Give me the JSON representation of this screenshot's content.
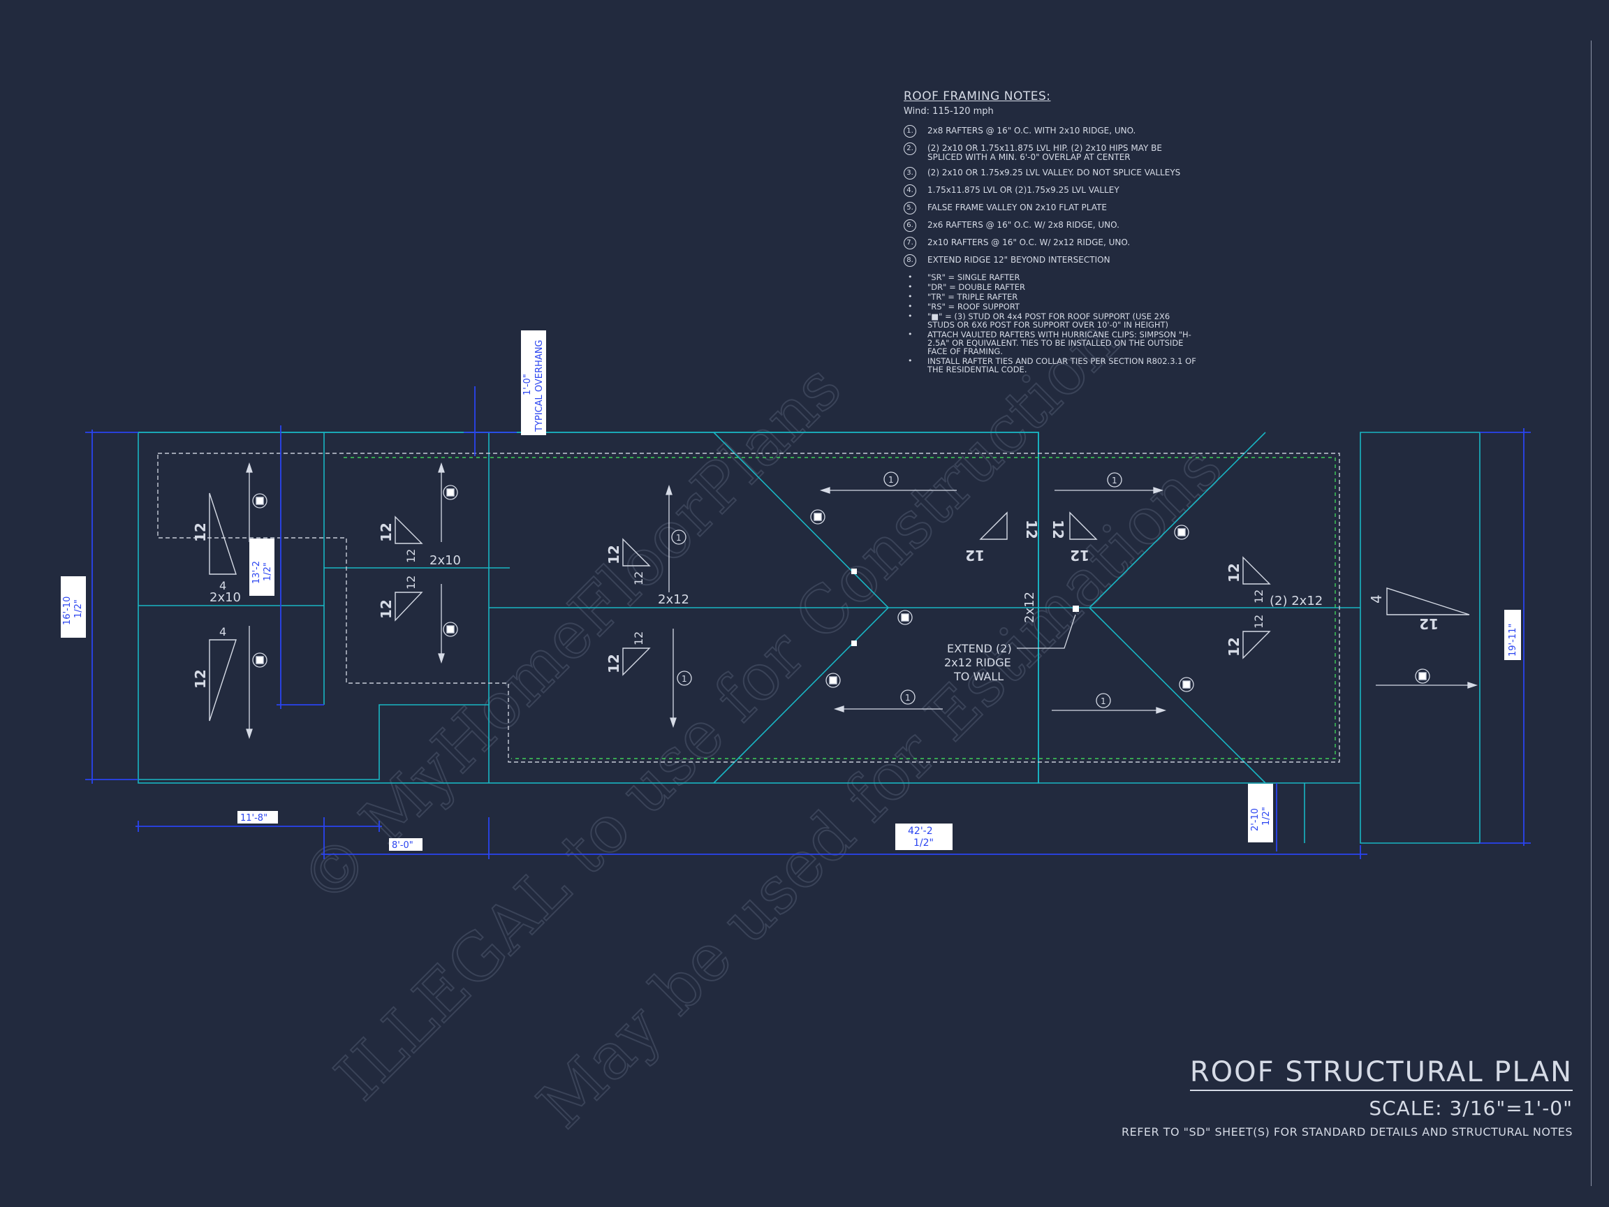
{
  "notes": {
    "title": "ROOF FRAMING NOTES:",
    "wind": "Wind: 115-120 mph",
    "items": [
      {
        "num": "1.",
        "text": "2x8 RAFTERS @ 16\" O.C. WITH 2x10 RIDGE, UNO."
      },
      {
        "num": "2.",
        "text": "(2) 2x10 OR 1.75x11.875 LVL HIP. (2) 2x10 HIPS MAY BE SPLICED WITH A MIN. 6'-0\" OVERLAP AT CENTER"
      },
      {
        "num": "3.",
        "text": "(2) 2x10 OR 1.75x9.25 LVL VALLEY. DO NOT SPLICE VALLEYS"
      },
      {
        "num": "4.",
        "text": "1.75x11.875 LVL OR (2)1.75x9.25 LVL VALLEY"
      },
      {
        "num": "5.",
        "text": "FALSE FRAME VALLEY ON 2x10 FLAT PLATE"
      },
      {
        "num": "6.",
        "text": "2x6 RAFTERS @ 16\" O.C. W/ 2x8 RIDGE, UNO."
      },
      {
        "num": "7.",
        "text": "2x10 RAFTERS @ 16\" O.C. W/ 2x12 RIDGE, UNO."
      },
      {
        "num": "8.",
        "text": "EXTEND RIDGE 12\" BEYOND INTERSECTION"
      }
    ],
    "bullets": [
      "\"SR\" = SINGLE RAFTER",
      "\"DR\" = DOUBLE RAFTER",
      "\"TR\" = TRIPLE RAFTER",
      "\"RS\" = ROOF SUPPORT",
      "\"■\" = (3) STUD OR 4x4 POST FOR ROOF SUPPORT (USE 2X6 STUDS OR 6X6 POST FOR SUPPORT OVER 10'-0\" IN HEIGHT)",
      "ATTACH VAULTED RAFTERS WITH HURRICANE CLIPS: SIMPSON \"H-2.5A\" OR EQUIVALENT. TIES TO BE INSTALLED ON THE OUTSIDE FACE OF FRAMING.",
      "INSTALL RAFTER TIES AND COLLAR TIES PER SECTION R802.3.1 OF THE RESIDENTIAL CODE."
    ]
  },
  "title": {
    "name": "ROOF STRUCTURAL PLAN",
    "scale": "SCALE: 3/16\"=1'-0\"",
    "refer": "REFER TO \"SD\" SHEET(S) FOR STANDARD DETAILS AND STRUCTURAL NOTES"
  },
  "dimensions": {
    "overhang": "1'-0\"",
    "overhang_note": "TYPICAL OVERHANG",
    "left_height_a": "16'-10",
    "left_height_b": "1/2\"",
    "inner_height_a": "13'-2",
    "inner_height_b": "1/2\"",
    "right_height": "19'-11\"",
    "bottom_right_a": "2'-10",
    "bottom_right_b": "1/2\"",
    "width_left": "11'-8\"",
    "width_mid": "8'-0\"",
    "width_main_a": "42'-2",
    "width_main_b": "1/2\""
  },
  "labels": {
    "lumber_2x10": "2x10",
    "lumber_2x12": "2x12",
    "lumber_2_2x12": "(2) 2x12",
    "callout_line1": "EXTEND (2)",
    "callout_line2": "2x12 RIDGE",
    "callout_line3": "TO WALL",
    "pitch_rise_12": "12",
    "pitch_run_4": "4",
    "rafter_marker": "1"
  },
  "watermark": {
    "line1": "© MyHomeFloorPlans",
    "line2": "ILLEGAL to use for Construction",
    "line3": "May be used for Estimations"
  },
  "colors": {
    "background": "#222a3e",
    "wall_line": "#19b6c4",
    "dimension": "#2a44f0",
    "ink": "#d6dbe6",
    "ridge_dash": "#3fcf5a"
  }
}
